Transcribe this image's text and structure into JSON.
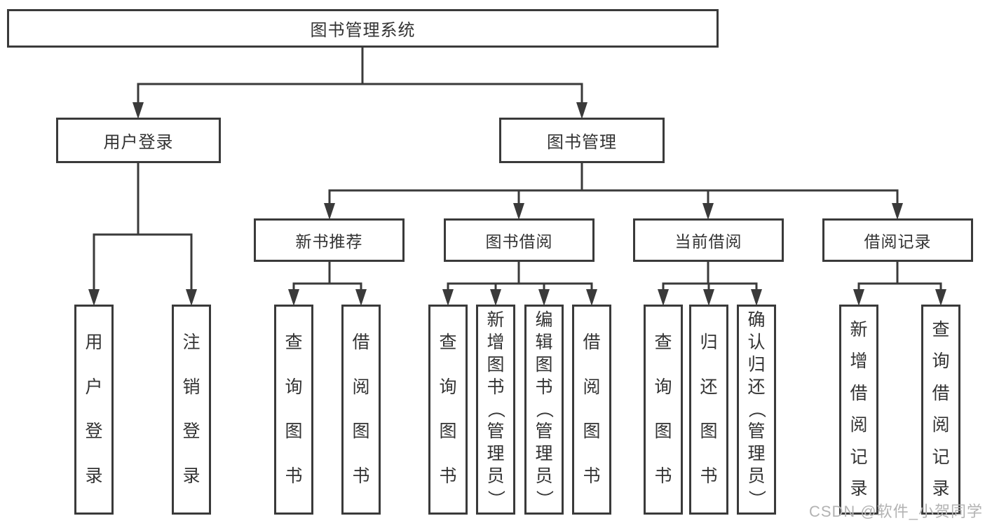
{
  "diagram_type": "tree",
  "tree": {
    "root": {
      "label": "图书管理系统",
      "children": [
        {
          "label": "用户登录",
          "children": [
            {
              "label": "用户登录"
            },
            {
              "label": "注销登录"
            }
          ]
        },
        {
          "label": "图书管理",
          "children": [
            {
              "label": "新书推荐",
              "children": [
                {
                  "label": "查询图书"
                },
                {
                  "label": "借阅图书"
                }
              ]
            },
            {
              "label": "图书借阅",
              "children": [
                {
                  "label": "查询图书"
                },
                {
                  "label": "新增图书（管理员）"
                },
                {
                  "label": "编辑图书（管理员）"
                },
                {
                  "label": "借阅图书"
                }
              ]
            },
            {
              "label": "当前借阅",
              "children": [
                {
                  "label": "查询图书"
                },
                {
                  "label": "归还图书"
                },
                {
                  "label": "确认归还（管理员）"
                }
              ]
            },
            {
              "label": "借阅记录",
              "children": [
                {
                  "label": "新增借阅记录"
                },
                {
                  "label": "查询借阅记录"
                }
              ]
            }
          ]
        }
      ]
    }
  },
  "watermark": {
    "text": "CSDN @软件_小贺同学"
  },
  "colors": {
    "line": "#3a3a3a",
    "box_border": "#3a3a3a",
    "box_background": "#ffffff",
    "text": "#333333",
    "watermark": "#b3b3b3",
    "page_background": "#ffffff"
  }
}
